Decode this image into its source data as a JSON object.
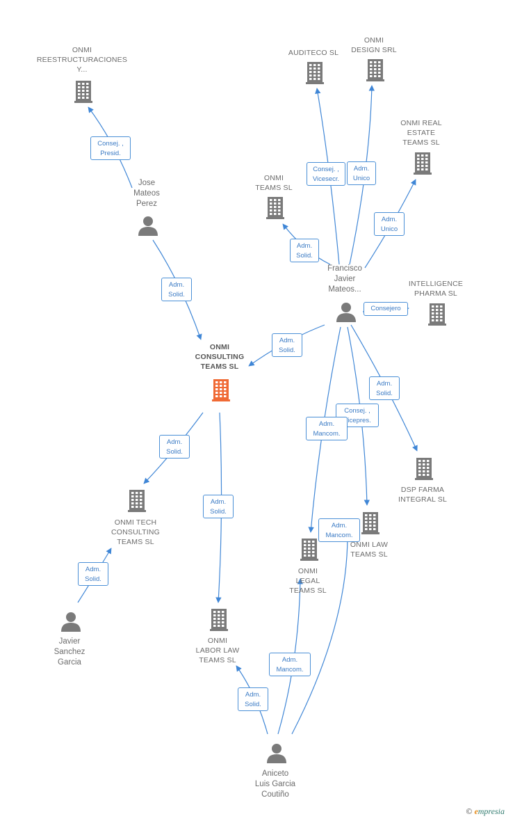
{
  "colors": {
    "edge": "#3f86d6",
    "icon": "#7a7a7a",
    "main_icon": "#f06a35",
    "label_border": "#4a8fd6",
    "label_text": "#3a7ac4"
  },
  "nodes": [
    {
      "id": "onmi-reestructuraciones",
      "type": "company",
      "label": "ONMI\nREESTRUCTURACIONES\nY..."
    },
    {
      "id": "auditeco",
      "type": "company",
      "label": "AUDITECO  SL"
    },
    {
      "id": "onmi-design",
      "type": "company",
      "label": "ONMI\nDESIGN SRL"
    },
    {
      "id": "onmi-real-estate",
      "type": "company",
      "label": "ONMI REAL\nESTATE\nTEAMS  SL"
    },
    {
      "id": "onmi-teams",
      "type": "company",
      "label": "ONMI\nTEAMS  SL"
    },
    {
      "id": "intelligence-pharma",
      "type": "company",
      "label": "INTELLIGENCE\nPHARMA  SL"
    },
    {
      "id": "onmi-consulting",
      "type": "main",
      "label": "ONMI\nCONSULTING\nTEAMS  SL"
    },
    {
      "id": "onmi-tech",
      "type": "company",
      "label": "ONMI TECH\nCONSULTING\nTEAMS  SL"
    },
    {
      "id": "dsp-farma",
      "type": "company",
      "label": "DSP FARMA\nINTEGRAL  SL"
    },
    {
      "id": "onmi-law",
      "type": "company",
      "label": "ONMI LAW\nTEAMS  SL"
    },
    {
      "id": "onmi-legal",
      "type": "company",
      "label": "ONMI\nLEGAL\nTEAMS  SL"
    },
    {
      "id": "onmi-labor-law",
      "type": "company",
      "label": "ONMI\nLABOR LAW\nTEAMS  SL"
    },
    {
      "id": "jose-mateos",
      "type": "person",
      "label": "Jose\nMateos\nPerez"
    },
    {
      "id": "francisco-javier",
      "type": "person",
      "label": "Francisco\nJavier\nMateos..."
    },
    {
      "id": "javier-sanchez",
      "type": "person",
      "label": "Javier\nSanchez\nGarcia"
    },
    {
      "id": "aniceto-luis",
      "type": "person",
      "label": "Aniceto\nLuis Garcia\nCoutiño"
    }
  ],
  "edges": [
    {
      "from": "jose-mateos",
      "to": "onmi-reestructuraciones",
      "label": "Consej. ,\nPresid."
    },
    {
      "from": "jose-mateos",
      "to": "onmi-consulting",
      "label": "Adm.\nSolid."
    },
    {
      "from": "francisco-javier",
      "to": "auditeco",
      "label": "Consej. ,\nVicesecr."
    },
    {
      "from": "francisco-javier",
      "to": "onmi-design",
      "label": "Adm.\nUnico"
    },
    {
      "from": "francisco-javier",
      "to": "onmi-real-estate",
      "label": "Adm.\nUnico"
    },
    {
      "from": "francisco-javier",
      "to": "onmi-teams",
      "label": "Adm.\nSolid."
    },
    {
      "from": "francisco-javier",
      "to": "intelligence-pharma",
      "label": "Consejero"
    },
    {
      "from": "francisco-javier",
      "to": "onmi-consulting",
      "label": "Adm.\nSolid."
    },
    {
      "from": "francisco-javier",
      "to": "dsp-farma",
      "label": "Adm.\nSolid."
    },
    {
      "from": "francisco-javier",
      "to": "onmi-law",
      "label": "Consej. ,\nVicepres."
    },
    {
      "from": "francisco-javier",
      "to": "onmi-legal",
      "label": "Adm.\nMancom."
    },
    {
      "from": "onmi-consulting",
      "to": "onmi-tech",
      "label": "Adm.\nSolid."
    },
    {
      "from": "onmi-consulting",
      "to": "onmi-labor-law",
      "label": "Adm.\nSolid."
    },
    {
      "from": "javier-sanchez",
      "to": "onmi-tech",
      "label": "Adm.\nSolid."
    },
    {
      "from": "aniceto-luis",
      "to": "onmi-legal",
      "label": "Adm.\nMancom."
    },
    {
      "from": "aniceto-luis",
      "to": "onmi-labor-law",
      "label": "Adm.\nSolid."
    },
    {
      "from": "aniceto-luis",
      "to": "onmi-law",
      "label": "Adm.\nMancom."
    }
  ],
  "footer": {
    "copyright": "©",
    "brand_initial": "e",
    "brand_rest": "mpresia"
  }
}
